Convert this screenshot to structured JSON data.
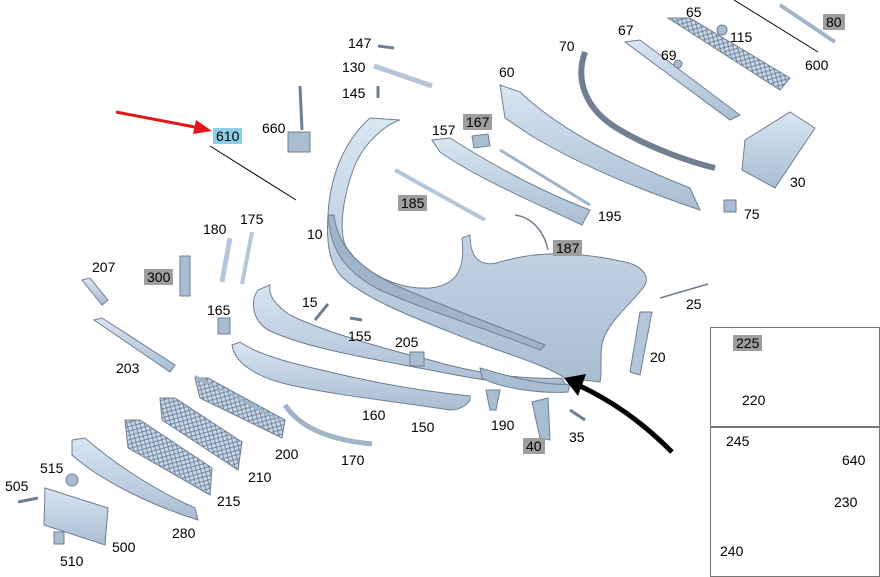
{
  "diagram": {
    "colors": {
      "part_fill": "#c8d8ea",
      "part_stroke": "#6f7f92",
      "part_shade": "#9fb3c9",
      "leader": "#000000",
      "arrow_red": "#e0161b",
      "arrow_black": "#000000",
      "highlight_grey": "#9e9e9e",
      "highlight_blue": "#8ecfe8"
    },
    "labels": {
      "l10": "10",
      "l15": "15",
      "l20": "20",
      "l25": "25",
      "l30": "30",
      "l35": "35",
      "l40": "40",
      "l60": "60",
      "l65": "65",
      "l67": "67",
      "l69": "69",
      "l70": "70",
      "l75": "75",
      "l80": "80",
      "l115": "115",
      "l130": "130",
      "l145": "145",
      "l147": "147",
      "l150": "150",
      "l155": "155",
      "l157": "157",
      "l160": "160",
      "l165": "165",
      "l167": "167",
      "l170": "170",
      "l175": "175",
      "l180": "180",
      "l185": "185",
      "l187": "187",
      "l190": "190",
      "l195": "195",
      "l200": "200",
      "l203": "203",
      "l205": "205",
      "l207": "207",
      "l210": "210",
      "l215": "215",
      "l220": "220",
      "l225": "225",
      "l230": "230",
      "l240": "240",
      "l245": "245",
      "l280": "280",
      "l300": "300",
      "l500": "500",
      "l505": "505",
      "l510": "510",
      "l515": "515",
      "l600": "600",
      "l610": "610",
      "l640": "640",
      "l660": "660"
    }
  }
}
